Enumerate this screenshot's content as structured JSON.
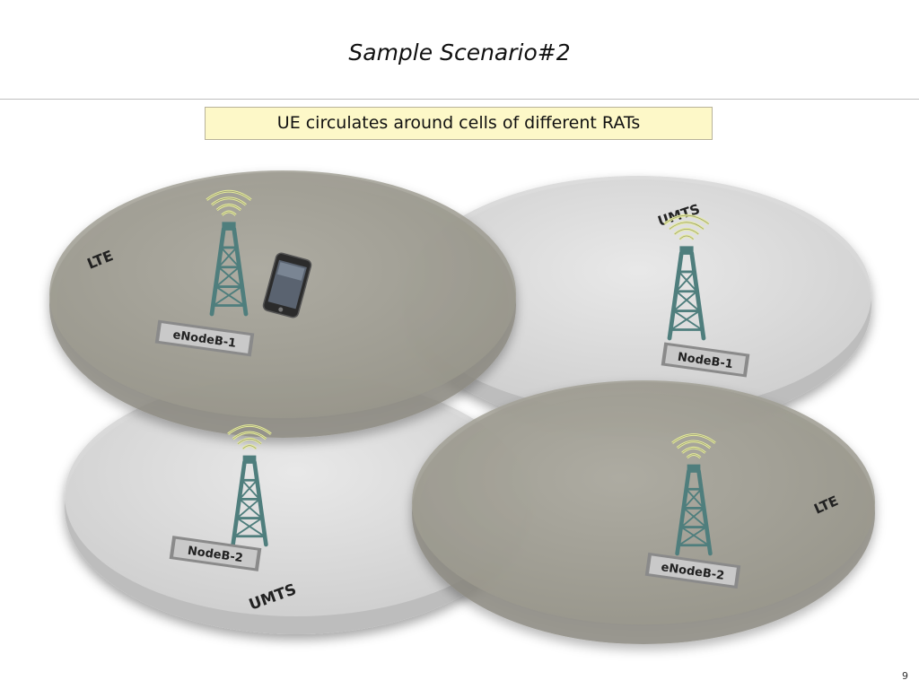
{
  "slide": {
    "title": "Sample Scenario#2",
    "subtitle": "UE circulates around cells of different RATs",
    "page_number": "9"
  },
  "cells": [
    {
      "id": "lte-1",
      "rat_label": "LTE",
      "station_label": "eNodeB-1",
      "fill": "#a6a499"
    },
    {
      "id": "umts-1",
      "rat_label": "UMTS",
      "station_label": "NodeB-1",
      "fill": "#d9d9d9"
    },
    {
      "id": "umts-2",
      "rat_label": "UMTS",
      "station_label": "NodeB-2",
      "fill": "#dcdcdc"
    },
    {
      "id": "lte-2",
      "rat_label": "LTE",
      "station_label": "eNodeB-2",
      "fill": "#a6a499"
    }
  ],
  "icons": {
    "tower": "cell-tower-icon",
    "signal": "signal-waves-icon",
    "phone": "mobile-phone-icon"
  },
  "colors": {
    "tower": "#4f7e7d",
    "signal": "#e7ee9a",
    "subtitle_bg": "#fdf8c8",
    "plate": "#c6c6c6"
  }
}
